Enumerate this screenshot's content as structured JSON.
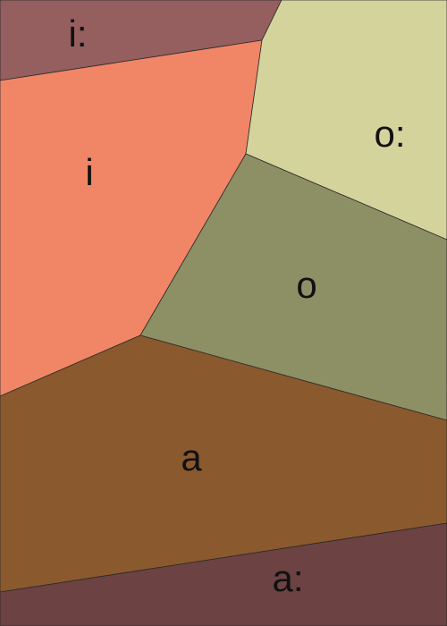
{
  "regions": [
    {
      "id": "i-long",
      "label": "i:",
      "color": "#955e5f"
    },
    {
      "id": "i",
      "label": "i",
      "color": "#f08666"
    },
    {
      "id": "o-long",
      "label": "o:",
      "color": "#d5d39c"
    },
    {
      "id": "o",
      "label": "o",
      "color": "#8d9065"
    },
    {
      "id": "a",
      "label": "a",
      "color": "#8b592e"
    },
    {
      "id": "a-long",
      "label": "a:",
      "color": "#6c4242"
    }
  ]
}
